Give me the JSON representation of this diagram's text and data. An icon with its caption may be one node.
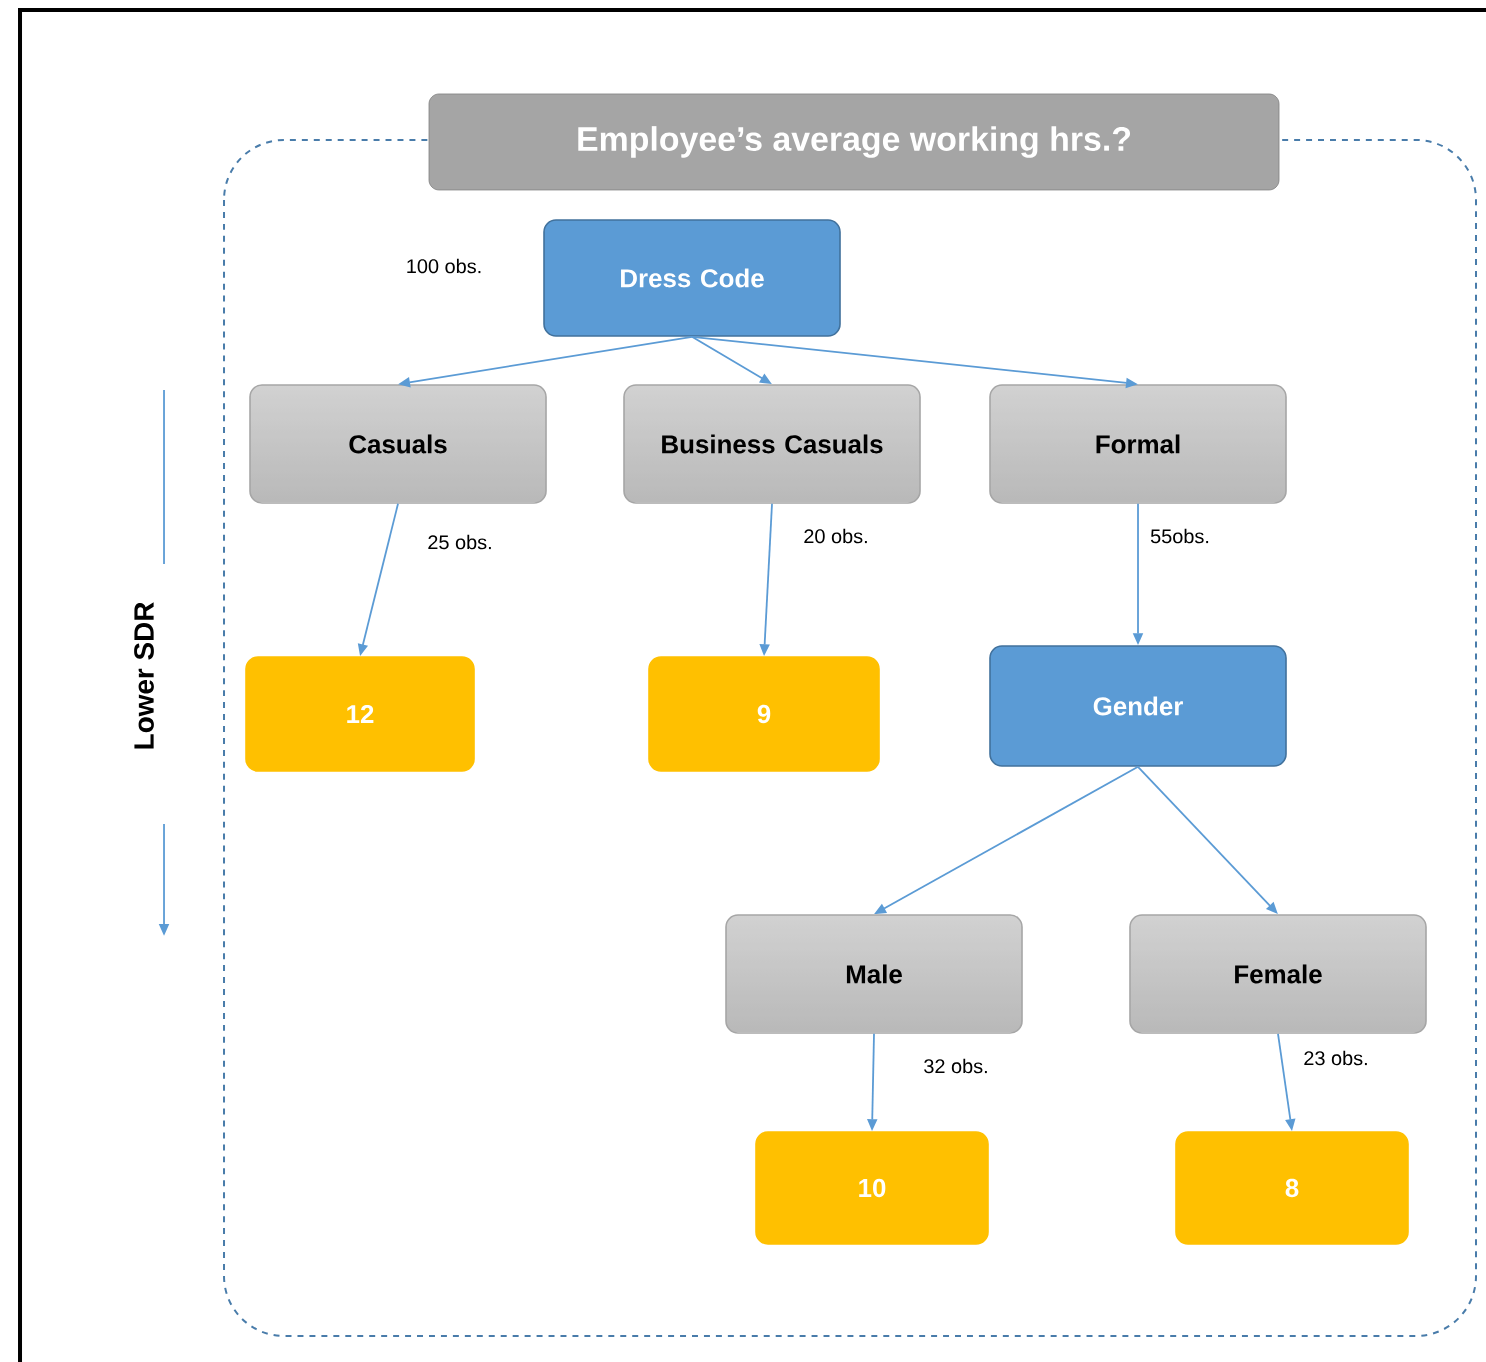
{
  "diagram": {
    "title": "Employee’s average working hrs.?",
    "nodes": [
      {
        "text": [
          "Dress Code"
        ],
        "beside": [
          "100 obs."
        ]
      },
      {
        "text": [
          "Casuals"
        ]
      },
      {
        "text": [
          "Business Casuals"
        ]
      },
      {
        "text": [
          "Formal"
        ]
      },
      {
        "text": [
          "12"
        ]
      },
      {
        "text": [
          "9"
        ]
      },
      {
        "text": [
          "Gender"
        ]
      },
      {
        "text": [
          "Male"
        ]
      },
      {
        "text": [
          "Female"
        ]
      },
      {
        "text": [
          "10"
        ]
      },
      {
        "text": [
          "8"
        ]
      }
    ],
    "edges": [
      {
        "from": 0,
        "to": 1,
        "arrow": "to"
      },
      {
        "from": 0,
        "to": 2,
        "arrow": "to"
      },
      {
        "from": 0,
        "to": 3,
        "arrow": "to"
      },
      {
        "from": 1,
        "to": 4,
        "arrow": "to",
        "label": "25 obs."
      },
      {
        "from": 2,
        "to": 5,
        "arrow": "to",
        "label": "20 obs."
      },
      {
        "from": 3,
        "to": 6,
        "arrow": "to",
        "label": "55obs."
      },
      {
        "from": 6,
        "to": 7,
        "arrow": "to"
      },
      {
        "from": 6,
        "to": 8,
        "arrow": "to"
      },
      {
        "from": 7,
        "to": 9,
        "arrow": "to",
        "label": "32 obs."
      },
      {
        "from": 8,
        "to": 10,
        "arrow": "to",
        "label": "23 obs."
      }
    ],
    "labels": [
      "Lower SDR"
    ]
  }
}
